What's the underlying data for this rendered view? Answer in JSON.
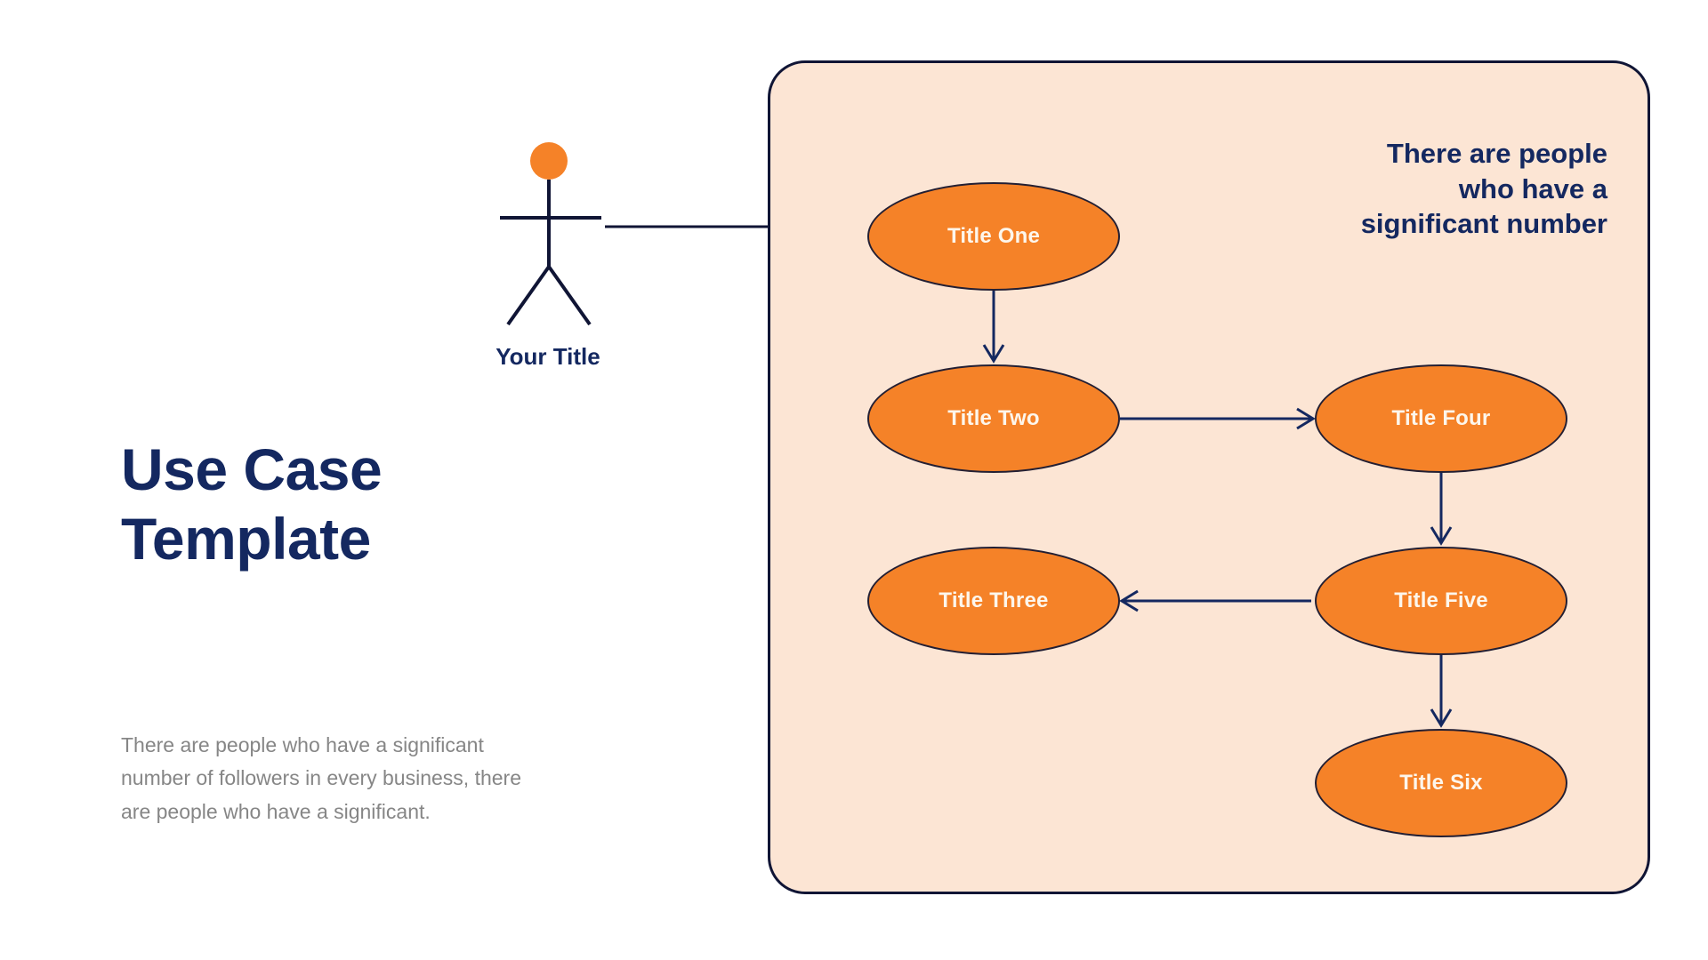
{
  "slide": {
    "background_color": "#FFFFFF",
    "title": "Use Case\nTemplate",
    "body_paragraph": "There are people who have a significant\nnumber of followers in every business, there\nare people who have a significant.",
    "title_color": "#142860",
    "body_color": "#868686"
  },
  "actor": {
    "label": "Your Title",
    "head_color": "#F58228",
    "body_color": "#101535"
  },
  "panel": {
    "heading": "There are people\nwho have a\nsignificant number",
    "background_color": "#FCE5D4",
    "border_color": "#101535",
    "heading_color": "#142860"
  },
  "use_cases": [
    {
      "id": "uc-one",
      "label": "Title One"
    },
    {
      "id": "uc-two",
      "label": "Title Two"
    },
    {
      "id": "uc-three",
      "label": "Title Three"
    },
    {
      "id": "uc-four",
      "label": "Title Four"
    },
    {
      "id": "uc-five",
      "label": "Title Five"
    },
    {
      "id": "uc-six",
      "label": "Title Six"
    }
  ],
  "colors": {
    "accent_orange": "#F58228",
    "navy": "#142860",
    "dark_outline": "#231f33",
    "peach_panel": "#FCE5D4",
    "ellipse_text": "#FDF6EC",
    "gray_text": "#868686"
  },
  "connections": [
    {
      "name": "actor-to-title-one",
      "from": "Your Title",
      "to": "Title One",
      "style": "plain-line"
    },
    {
      "name": "title-one-to-title-two",
      "from": "Title One",
      "to": "Title Two",
      "style": "arrow-down"
    },
    {
      "name": "title-two-to-title-four",
      "from": "Title Two",
      "to": "Title Four",
      "style": "arrow-right"
    },
    {
      "name": "title-four-to-title-five",
      "from": "Title Four",
      "to": "Title Five",
      "style": "arrow-down"
    },
    {
      "name": "title-five-to-title-three",
      "from": "Title Five",
      "to": "Title Three",
      "style": "arrow-left"
    },
    {
      "name": "title-five-to-title-six",
      "from": "Title Five",
      "to": "Title Six",
      "style": "arrow-down"
    }
  ]
}
